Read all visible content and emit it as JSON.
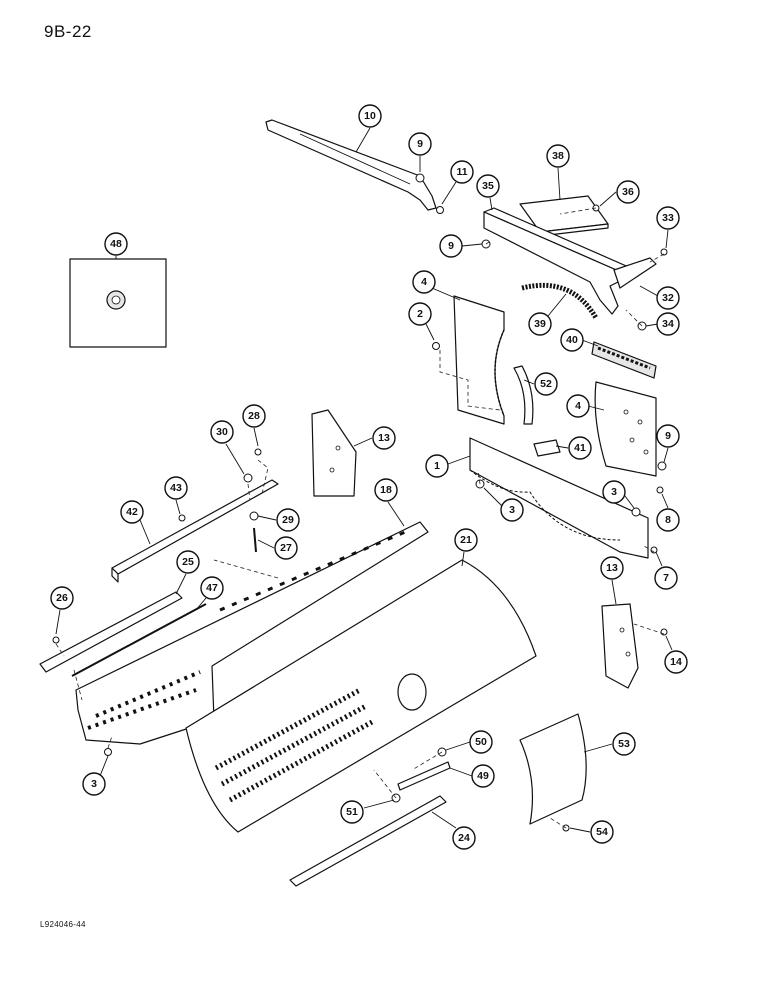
{
  "page": {
    "title": "9B-22",
    "figure_code": "L924046-44"
  },
  "callouts": [
    {
      "id": "c10",
      "label": "10"
    },
    {
      "id": "c9a",
      "label": "9"
    },
    {
      "id": "c11",
      "label": "11"
    },
    {
      "id": "c38",
      "label": "38"
    },
    {
      "id": "c36",
      "label": "36"
    },
    {
      "id": "c35",
      "label": "35"
    },
    {
      "id": "c33",
      "label": "33"
    },
    {
      "id": "c9b",
      "label": "9"
    },
    {
      "id": "c48",
      "label": "48"
    },
    {
      "id": "c32",
      "label": "32"
    },
    {
      "id": "c4a",
      "label": "4"
    },
    {
      "id": "c39",
      "label": "39"
    },
    {
      "id": "c34",
      "label": "34"
    },
    {
      "id": "c2",
      "label": "2"
    },
    {
      "id": "c40",
      "label": "40"
    },
    {
      "id": "c52",
      "label": "52"
    },
    {
      "id": "c4b",
      "label": "4"
    },
    {
      "id": "c28",
      "label": "28"
    },
    {
      "id": "c30",
      "label": "30"
    },
    {
      "id": "c13a",
      "label": "13"
    },
    {
      "id": "c9c",
      "label": "9"
    },
    {
      "id": "c41",
      "label": "41"
    },
    {
      "id": "c1",
      "label": "1"
    },
    {
      "id": "c43",
      "label": "43"
    },
    {
      "id": "c18",
      "label": "18"
    },
    {
      "id": "c3a",
      "label": "3"
    },
    {
      "id": "c3b",
      "label": "3"
    },
    {
      "id": "c8",
      "label": "8"
    },
    {
      "id": "c42",
      "label": "42"
    },
    {
      "id": "c29",
      "label": "29"
    },
    {
      "id": "c21",
      "label": "21"
    },
    {
      "id": "c27",
      "label": "27"
    },
    {
      "id": "c7",
      "label": "7"
    },
    {
      "id": "c25",
      "label": "25"
    },
    {
      "id": "c13b",
      "label": "13"
    },
    {
      "id": "c26",
      "label": "26"
    },
    {
      "id": "c47",
      "label": "47"
    },
    {
      "id": "c14",
      "label": "14"
    },
    {
      "id": "c50",
      "label": "50"
    },
    {
      "id": "c53",
      "label": "53"
    },
    {
      "id": "c49",
      "label": "49"
    },
    {
      "id": "c3c",
      "label": "3"
    },
    {
      "id": "c51",
      "label": "51"
    },
    {
      "id": "c54",
      "label": "54"
    },
    {
      "id": "c24",
      "label": "24"
    }
  ]
}
